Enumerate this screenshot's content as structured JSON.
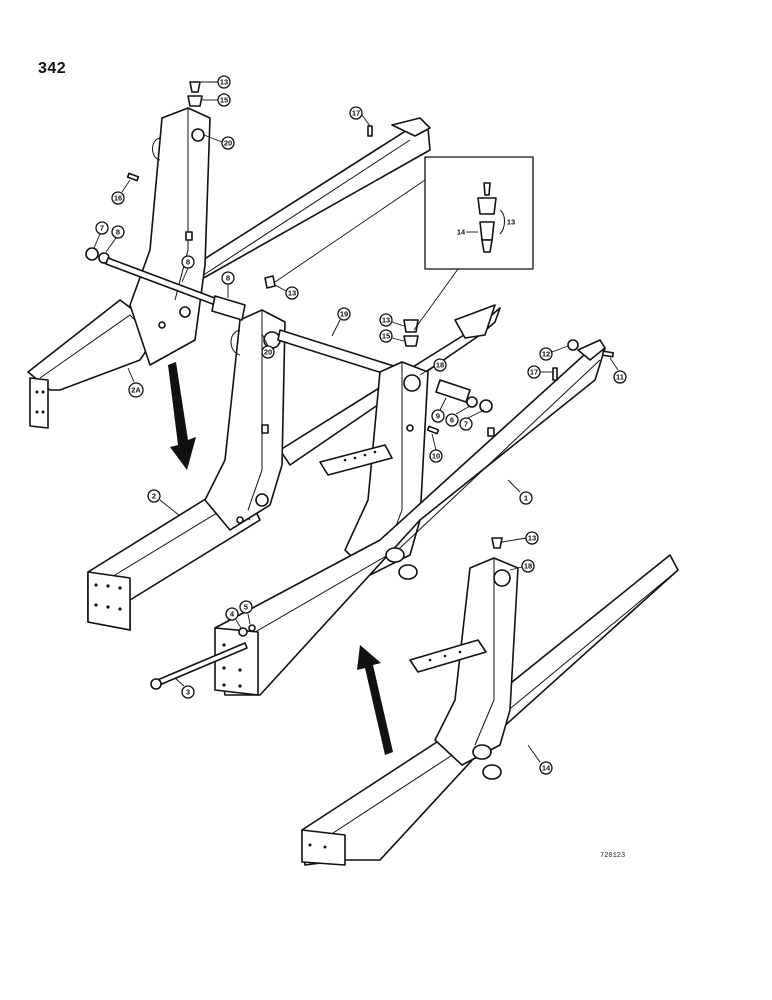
{
  "page": {
    "number": "342",
    "drawing_code": "720123"
  },
  "inset": {
    "callouts": [
      {
        "id": "inset-13",
        "label": "13"
      },
      {
        "id": "inset-14",
        "label": "14"
      }
    ]
  },
  "callouts": [
    {
      "label": "13"
    },
    {
      "label": "15"
    },
    {
      "label": "20"
    },
    {
      "label": "17"
    },
    {
      "label": "16"
    },
    {
      "label": "7"
    },
    {
      "label": "8"
    },
    {
      "label": "8"
    },
    {
      "label": "8"
    },
    {
      "label": "13"
    },
    {
      "label": "19"
    },
    {
      "label": "13"
    },
    {
      "label": "15"
    },
    {
      "label": "20"
    },
    {
      "label": "18"
    },
    {
      "label": "12"
    },
    {
      "label": "17"
    },
    {
      "label": "11"
    },
    {
      "label": "9"
    },
    {
      "label": "6"
    },
    {
      "label": "7"
    },
    {
      "label": "10"
    },
    {
      "label": "1"
    },
    {
      "label": "2"
    },
    {
      "label": "2A"
    },
    {
      "label": "4"
    },
    {
      "label": "5"
    },
    {
      "label": "3"
    },
    {
      "label": "13"
    },
    {
      "label": "18"
    },
    {
      "label": "14"
    }
  ]
}
